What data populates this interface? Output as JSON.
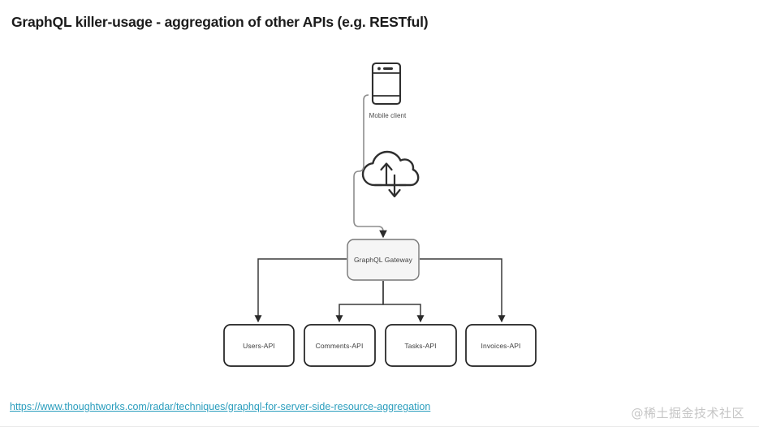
{
  "slide": {
    "title": "GraphQL killer-usage - aggregation of other APIs (e.g. RESTful)",
    "background_color": "#ffffff",
    "source_link": "https://www.thoughtworks.com/radar/techniques/graphql-for-server-side-resource-aggregation",
    "link_color": "#2a9dbd",
    "watermark": "@稀土掘金技术社区"
  },
  "diagram": {
    "mobile": {
      "icon": "smartphone-icon",
      "caption": "Mobile client"
    },
    "cloud": {
      "icon": "cloud-upload-download-icon"
    },
    "gateway": {
      "label": "GraphQL Gateway",
      "fill_color": "#f5f5f5",
      "stroke_color": "#666666"
    },
    "services": [
      {
        "label": "Users-API"
      },
      {
        "label": "Comments-API"
      },
      {
        "label": "Tasks-API"
      },
      {
        "label": "Invoices-API"
      }
    ],
    "edge_color": "#2b2b2b",
    "node_stroke_color": "#1f1f1f"
  }
}
